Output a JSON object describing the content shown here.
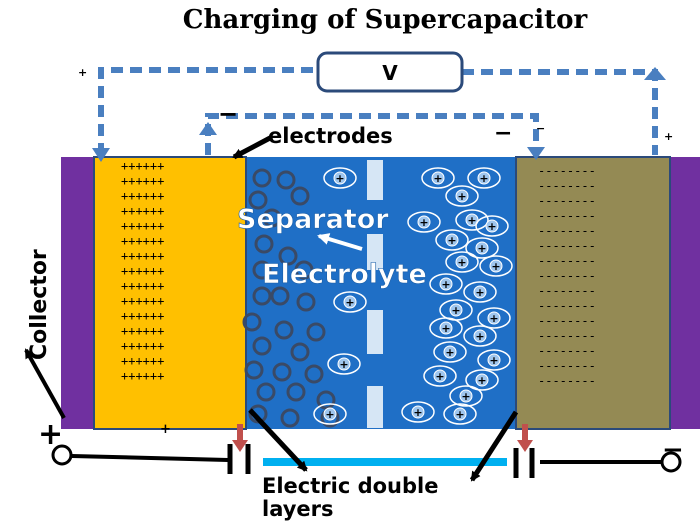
{
  "title": "Charging of Supercapacitor",
  "labels": {
    "voltmeter": "V",
    "electrodes": "electrodes",
    "separator": "Separator",
    "electrolyte": "Electrolyte",
    "collector": "Collector",
    "edl_line1": "Electric double",
    "edl_line2": "layers"
  },
  "signs": {
    "plus": "+",
    "minus": "−",
    "bar_minus": "−",
    "positive_row": "++++++",
    "negative_row": "--------"
  },
  "colors": {
    "collector": "#7030a0",
    "positive_electrode": "#ffc000",
    "negative_electrode": "#948a54",
    "electrolyte": "#1f6fc6",
    "separator": "#d6e6f5",
    "wire": "#4a7fc0",
    "edl_line": "#00b0f0",
    "red_arrow": "#c0504d"
  }
}
